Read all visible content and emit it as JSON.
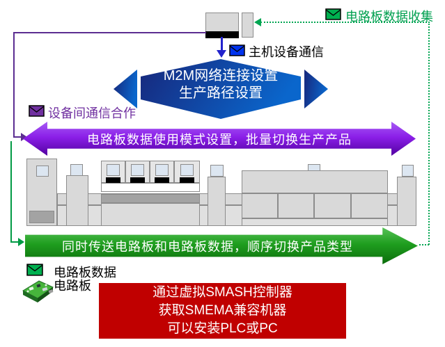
{
  "top": {
    "collect_label": "电路板数据收集",
    "host_comm_label": "主机设备通信"
  },
  "hexagon": {
    "line1": "M2M网络连接设置",
    "line2": "生产路径设置"
  },
  "left": {
    "device_coop_label": "设备间通信合作"
  },
  "purple_arrow": {
    "text": "电路板数据使用模式设置，批量切换生产产品"
  },
  "green_arrow": {
    "text": "同时传送电路板和电路板数据，顺序切换产品类型"
  },
  "bottom": {
    "pcb_data_label": "电路板数据",
    "pcb_label": "电路板",
    "red_box": {
      "line1": "通过虚拟SMASH控制器",
      "line2": "获取SMEMA兼容机器",
      "line3": "可以安装PLC或PC"
    }
  },
  "colors": {
    "purple_line": "#5b2d91",
    "purple_arrow": "#8b1fe8",
    "purple_label": "#7030a0",
    "green_line": "#00a050",
    "green_arrow": "#1f9e1f",
    "blue_arrow": "#2222cc",
    "blue_envelope": "#0033ee",
    "hexagon_blue_dark": "#17277b",
    "hexagon_blue_bright": "#0a66cc",
    "red_box_bg": "#c00000",
    "machine_fill": "#d9d9d9",
    "machine_border": "#8c8c8c"
  }
}
